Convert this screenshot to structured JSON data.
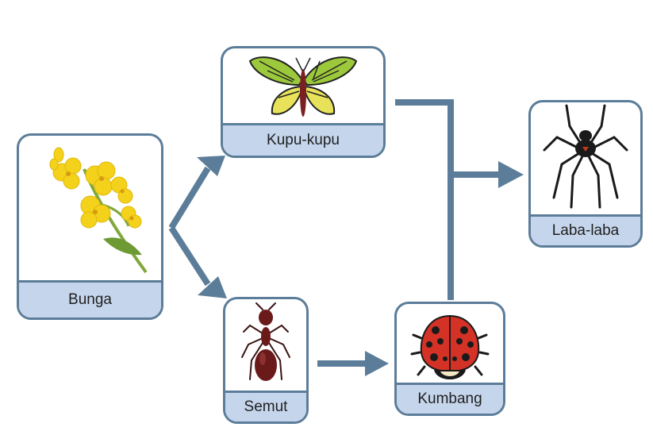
{
  "colors": {
    "connector": "#5c7d99",
    "card_border": "#5c7d99",
    "label_band": "#c5d6ec",
    "label_text": "#1f1f1f"
  },
  "nodes": {
    "bunga": {
      "label": "Bunga",
      "icon": "flower-icon"
    },
    "kupu_kupu": {
      "label": "Kupu-kupu",
      "icon": "butterfly-icon"
    },
    "semut": {
      "label": "Semut",
      "icon": "ant-icon"
    },
    "kumbang": {
      "label": "Kumbang",
      "icon": "ladybug-icon"
    },
    "laba_laba": {
      "label": "Laba-laba",
      "icon": "spider-icon"
    }
  },
  "edges": [
    {
      "from": "Bunga",
      "to": "Kupu-kupu"
    },
    {
      "from": "Bunga",
      "to": "Semut"
    },
    {
      "from": "Semut",
      "to": "Kumbang"
    },
    {
      "from": "Kupu-kupu",
      "to": "Laba-laba"
    },
    {
      "from": "Kumbang",
      "to": "Laba-laba"
    }
  ]
}
